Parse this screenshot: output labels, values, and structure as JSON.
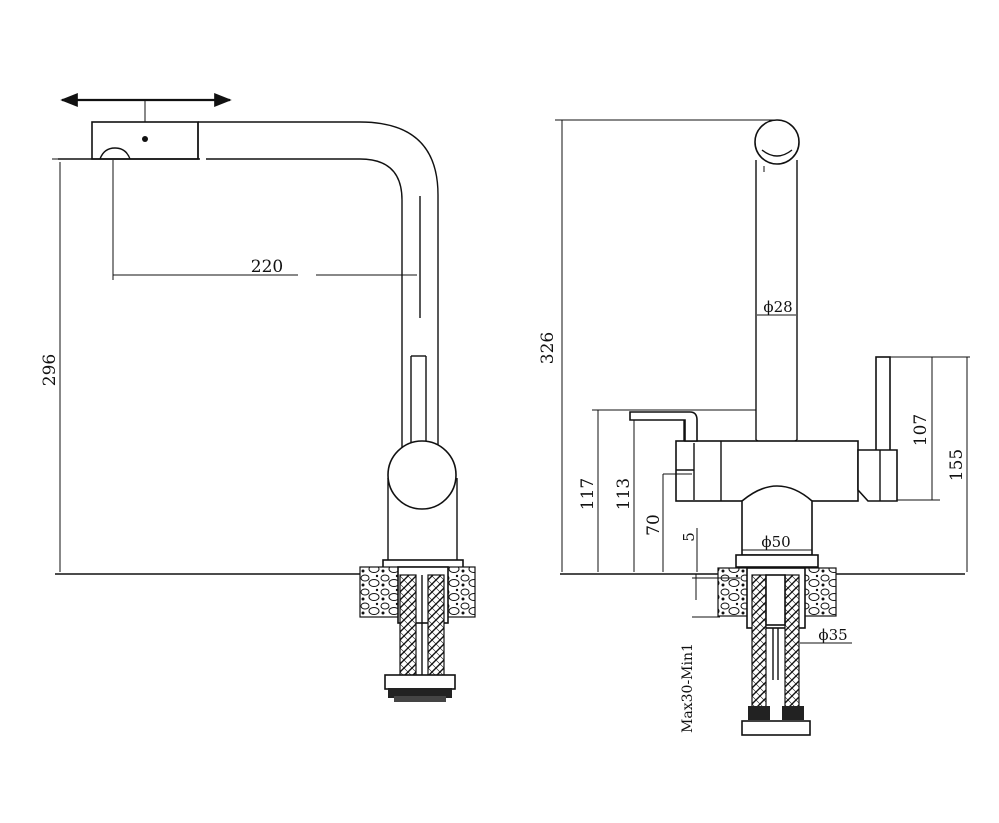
{
  "dimensions": {
    "side_reach": "220",
    "side_height": "296",
    "front_height": "326",
    "spout_diameter": "ϕ28",
    "body_height_117": "117",
    "body_height_113": "113",
    "body_height_70": "70",
    "base_offset": "5",
    "base_diameter": "ϕ50",
    "lever_height_107": "107",
    "lever_height_155": "155",
    "hole_diameter": "ϕ35",
    "counter_thickness": "Max30-Min1"
  },
  "colors": {
    "line": "#111111",
    "background": "#ffffff"
  }
}
